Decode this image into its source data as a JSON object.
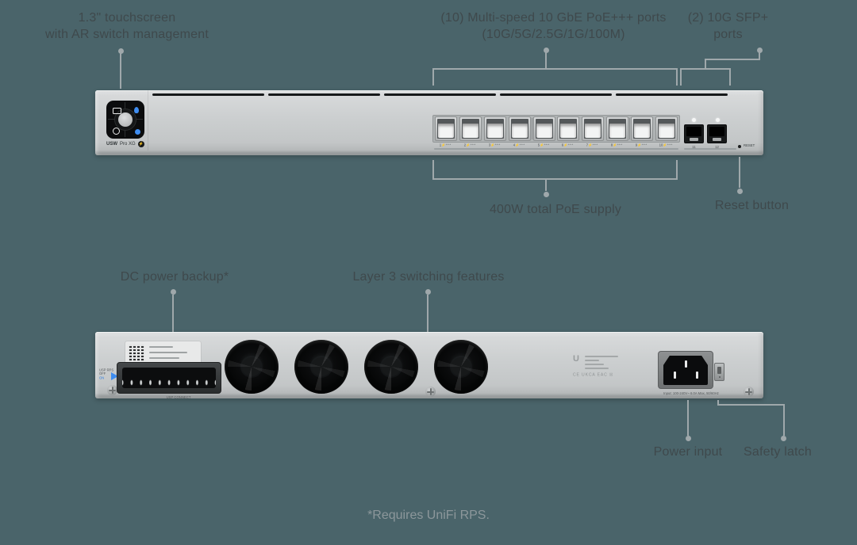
{
  "colors": {
    "background": "#4a646a",
    "annotation_text": "#3f494c",
    "leader_line": "#9fa8ab",
    "footnote_text": "#8c979b",
    "accent_blue": "#3f8df0",
    "chassis_silver": "#c9cccd"
  },
  "annotations": {
    "touchscreen_line1": "1.3\" touchscreen",
    "touchscreen_line2": "with AR switch management",
    "poe_ports_line1": "(10) Multi-speed 10 GbE PoE+++ ports",
    "poe_ports_line2": "(10G/5G/2.5G/1G/100M)",
    "sfp_line1": "(2) 10G SFP+",
    "sfp_line2": "ports",
    "poe_supply": "400W total PoE supply",
    "reset": "Reset button",
    "dc_backup": "DC power backup*",
    "layer3": "Layer 3 switching features",
    "power_input": "Power input",
    "safety_latch": "Safety latch",
    "footnote": "*Requires UniFi RPS."
  },
  "front": {
    "model_bold": "USW",
    "model_rest": "Pro XG",
    "model_badge_icon": "⚡",
    "reset_label": "RESET",
    "port_labels": [
      "1⚡⁺⁺⁺",
      "2⚡⁺⁺⁺",
      "3⚡⁺⁺⁺",
      "4⚡⁺⁺⁺",
      "5⚡⁺⁺⁺",
      "6⚡⁺⁺⁺",
      "7⚡⁺⁺⁺",
      "8⚡⁺⁺⁺",
      "9⚡⁺⁺⁺",
      "10⚡⁺⁺⁺"
    ],
    "sfp_labels": [
      "11",
      "12"
    ]
  },
  "rear": {
    "rps_title": "USP RPS",
    "rps_off": "OFF",
    "rps_on": "ON",
    "usp_connect": "USP CONNECT",
    "brand_letter": "U",
    "cert_marks": "CE UKCA EAC ☒",
    "power_text": "Input: 100-240V~ 6.0A Max, 50/60Hz"
  }
}
